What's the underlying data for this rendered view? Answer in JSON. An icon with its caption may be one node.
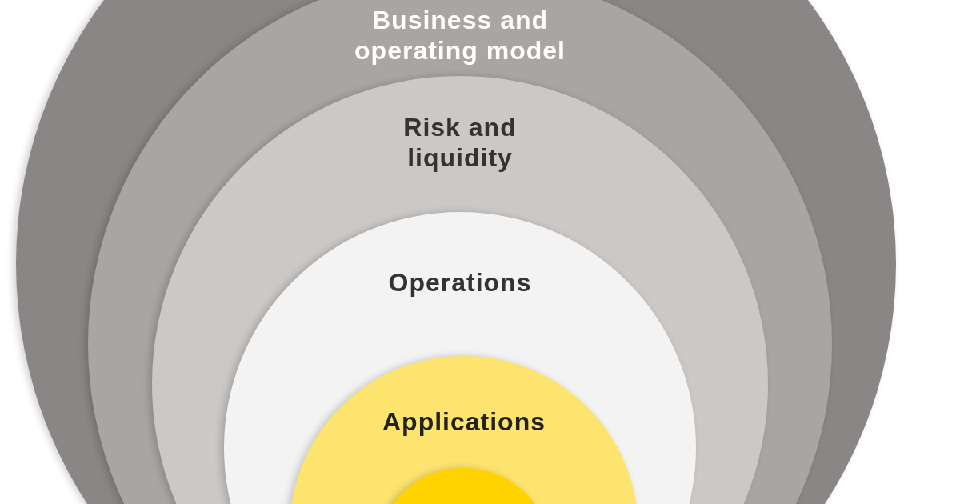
{
  "diagram": {
    "nodes": [
      {
        "text": [],
        "shape": "circle"
      },
      {
        "text": [
          "Business and operating model"
        ],
        "in": 0
      },
      {
        "text": [
          "Risk and liquidity"
        ],
        "in": 1
      },
      {
        "text": [
          "Operations"
        ],
        "in": 2
      },
      {
        "text": [
          "Applications"
        ],
        "in": 3
      },
      {
        "text": [],
        "shape": "circle",
        "in": 4
      }
    ]
  }
}
